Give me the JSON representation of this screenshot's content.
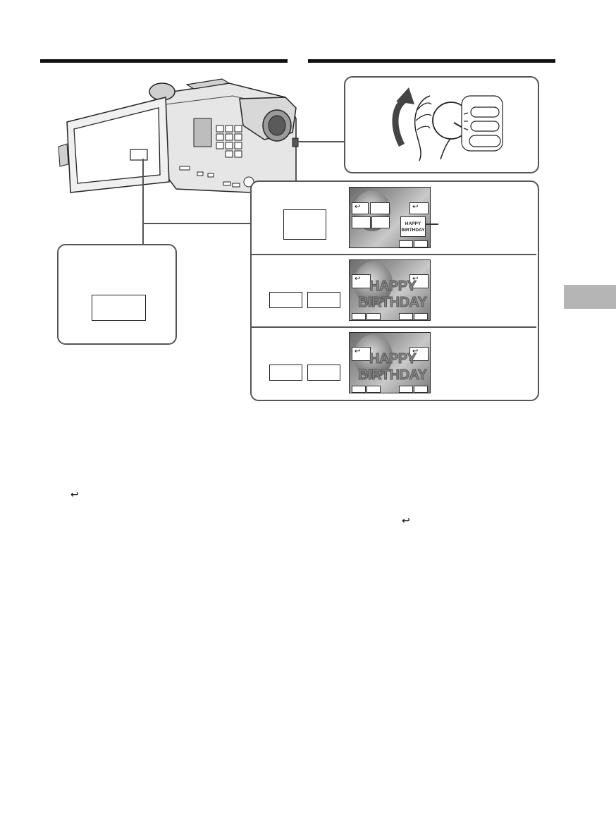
{
  "callouts": {
    "happy_birthday_label": "HAPPY BIRTHDAY"
  },
  "screens": {
    "step2_text_line1": "HAPPY",
    "step2_text_line2": "BIRTHDAY",
    "step3_text_line1": "HAPPY",
    "step3_text_line2": "BIRTHDAY"
  },
  "icons": {
    "return_icon": "return-arrow-icon",
    "return_glyph": "↩"
  },
  "colors": {
    "rule": "#111111",
    "panel_border": "#555555",
    "side_tab": "#b5b5b5"
  }
}
